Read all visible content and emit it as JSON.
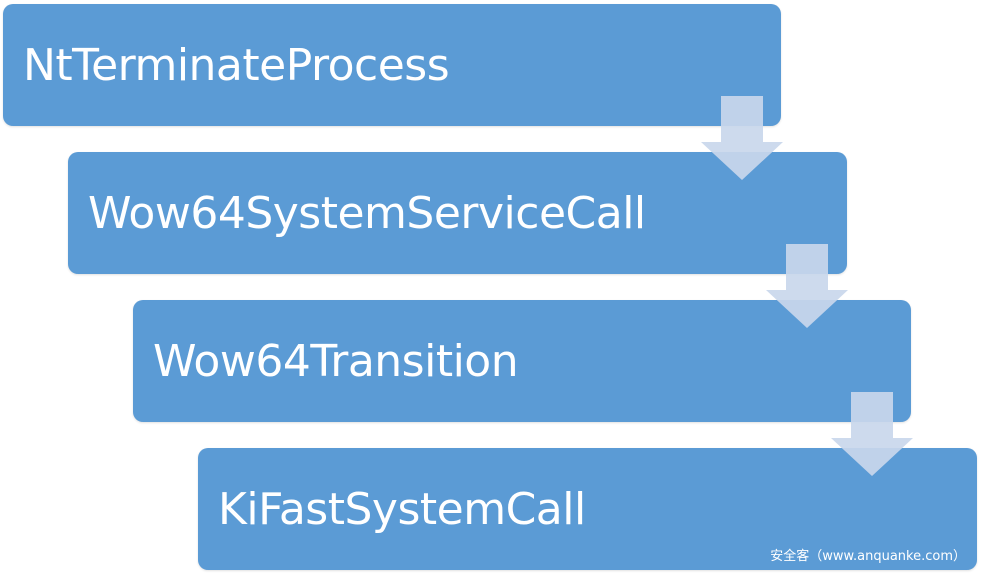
{
  "steps": [
    {
      "label": "NtTerminateProcess"
    },
    {
      "label": "Wow64SystemServiceCall"
    },
    {
      "label": "Wow64Transition"
    },
    {
      "label": "KiFastSystemCall"
    }
  ],
  "watermark": "安全客（www.anquanke.com）",
  "colors": {
    "box_fill": "#5b9bd5",
    "box_text": "#ffffff",
    "arrow_fill": "#c9d7ec"
  }
}
